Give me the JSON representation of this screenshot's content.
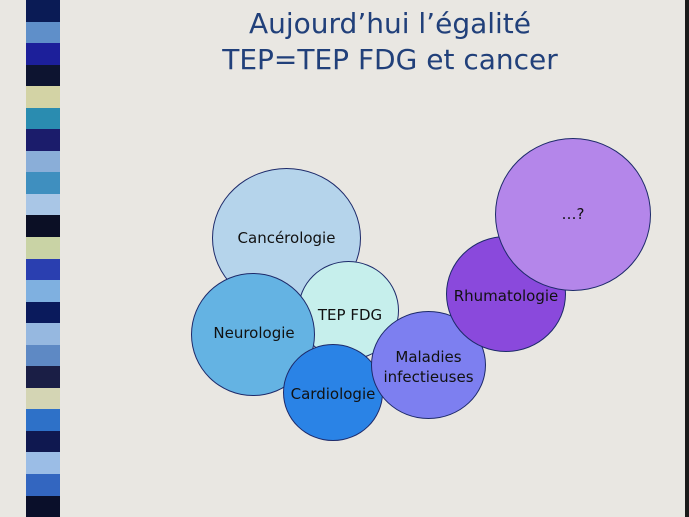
{
  "slide": {
    "title_line1": "Aujourd’hui l’égalité",
    "title_line2": "TEP=TEP FDG et cancer"
  },
  "stripe_colors": [
    "#0a1b55",
    "#5f8fc9",
    "#1c1f9a",
    "#0d1430",
    "#d3d3a5",
    "#2a8cb0",
    "#1b1c6b",
    "#8aaed8",
    "#3f8fbf",
    "#a9c6e6",
    "#0b0f25",
    "#c9d3a5",
    "#2a3fb0",
    "#7fb0e0",
    "#0a1a5c",
    "#96b8e0",
    "#5e89c4",
    "#1a1e45",
    "#d4d5b4",
    "#2e71c8",
    "#0f1850",
    "#9bbde6",
    "#3366c0",
    "#0a0f2a"
  ],
  "circles": {
    "cancerologie": {
      "label": "Cancérologie",
      "color": "#b5d4eb"
    },
    "tep_fdg": {
      "label": "TEP FDG",
      "color": "#c6efec"
    },
    "neurologie": {
      "label": "Neurologie",
      "color": "#64b3e3"
    },
    "cardiologie": {
      "label": "Cardiologie",
      "color": "#2a83e6"
    },
    "maladies_infectieuses": {
      "label_line1": "Maladies",
      "label_line2": "infectieuses",
      "color": "#7d7ff0"
    },
    "rhumatologie": {
      "label": "Rhumatologie",
      "color": "#8a49dc"
    },
    "question": {
      "label": "…?",
      "color": "#b486ea"
    }
  }
}
